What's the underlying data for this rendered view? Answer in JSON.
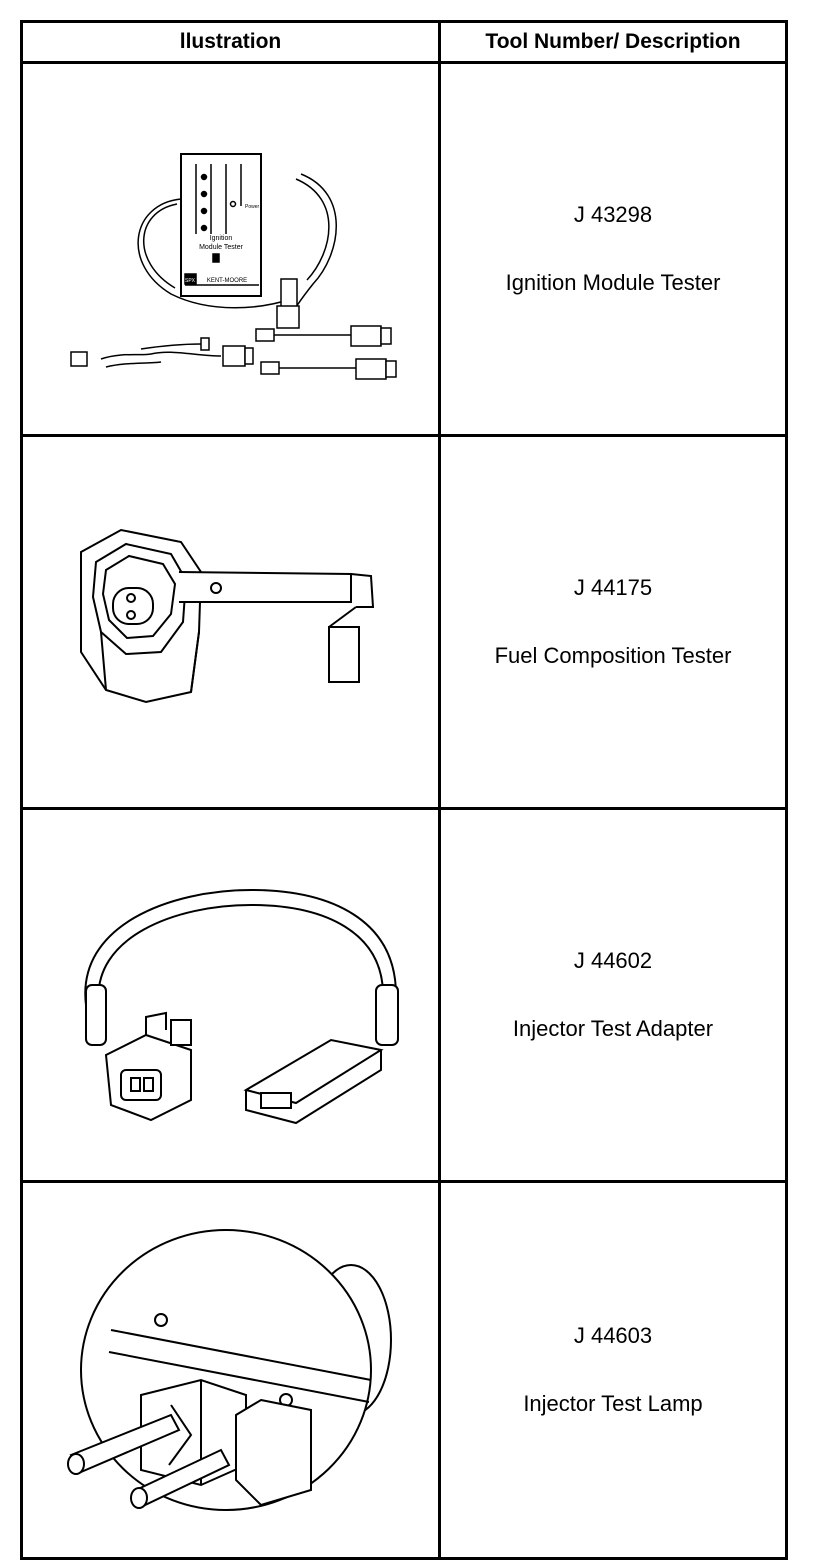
{
  "table": {
    "headers": {
      "illustration": "llustration",
      "tool": "Tool Number/ Description"
    },
    "rows": [
      {
        "tool_number": "J 43298",
        "description": "Ignition Module Tester",
        "icon": "ignition-module-tester-illustration",
        "device_labels": {
          "name_line1": "Ignition",
          "name_line2": "Module Tester",
          "power": "Power",
          "brand": "KENT-MOORE",
          "brand_box": "SPX"
        }
      },
      {
        "tool_number": "J 44175",
        "description": "Fuel Composition Tester",
        "icon": "fuel-composition-tester-illustration"
      },
      {
        "tool_number": "J 44602",
        "description": "Injector Test Adapter",
        "icon": "injector-test-adapter-illustration"
      },
      {
        "tool_number": "J 44603",
        "description": "Injector Test Lamp",
        "icon": "injector-test-lamp-illustration"
      }
    ]
  }
}
